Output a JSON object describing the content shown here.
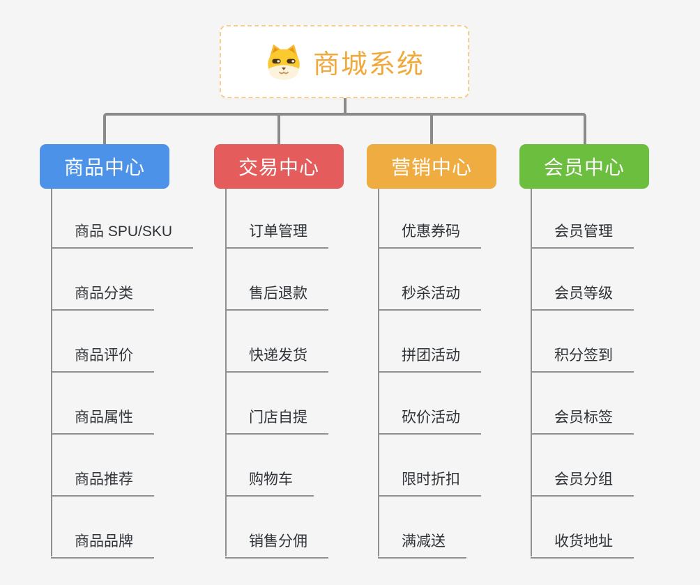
{
  "root": {
    "title": "商城系统",
    "icon": "dog-face-icon"
  },
  "branches": [
    {
      "label": "商品中心",
      "color": "#4B92E8",
      "children": [
        "商品 SPU/SKU",
        "商品分类",
        "商品评价",
        "商品属性",
        "商品推荐",
        "商品品牌"
      ]
    },
    {
      "label": "交易中心",
      "color": "#E45C5B",
      "children": [
        "订单管理",
        "售后退款",
        "快递发货",
        "门店自提",
        "购物车",
        "销售分佣"
      ]
    },
    {
      "label": "营销中心",
      "color": "#EFAC41",
      "children": [
        "优惠券码",
        "秒杀活动",
        "拼团活动",
        "砍价活动",
        "限时折扣",
        "满减送"
      ]
    },
    {
      "label": "会员中心",
      "color": "#6CBE3F",
      "children": [
        "会员管理",
        "会员等级",
        "积分签到",
        "会员标签",
        "会员分组",
        "收货地址"
      ]
    }
  ],
  "colors": {
    "background": "#F5F5F5",
    "connector": "#8A8A8A",
    "underline": "#8F8F8F",
    "child_text": "#2F3338",
    "root_accent": "#F0A93C",
    "root_border": "#F6CE8E"
  }
}
